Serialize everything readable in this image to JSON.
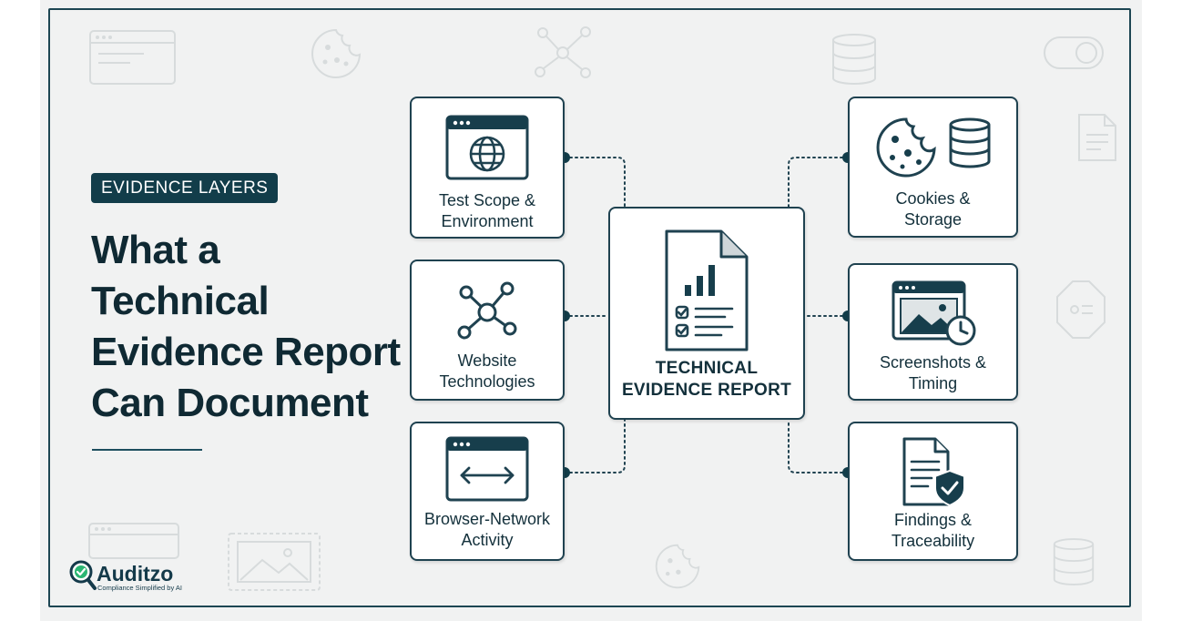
{
  "badge": "EVIDENCE LAYERS",
  "headline": [
    "What a",
    "Technical",
    "Evidence Report",
    "Can Document"
  ],
  "center": {
    "label": [
      "TECHNICAL",
      "EVIDENCE REPORT"
    ],
    "icon": "report-document-icon"
  },
  "left_cards": [
    {
      "label": [
        "Test Scope &",
        "Environment"
      ],
      "icon": "browser-globe-icon"
    },
    {
      "label": [
        "Website",
        "Technologies"
      ],
      "icon": "network-nodes-icon"
    },
    {
      "label": [
        "Browser-Network",
        "Activity"
      ],
      "icon": "browser-arrows-icon"
    }
  ],
  "right_cards": [
    {
      "label": [
        "Cookies &",
        "Storage"
      ],
      "icon": "cookie-database-icon"
    },
    {
      "label": [
        "Screenshots &",
        "Timing"
      ],
      "icon": "image-clock-icon"
    },
    {
      "label": [
        "Findings &",
        "Traceability"
      ],
      "icon": "document-shield-icon"
    }
  ],
  "logo": {
    "name": "Auditzo",
    "tagline": "Compliance Simplified by AI"
  },
  "colors": {
    "primary": "#123d4a",
    "background": "#f1f2f2",
    "card": "#ffffff",
    "accent_green": "#2bb673"
  }
}
